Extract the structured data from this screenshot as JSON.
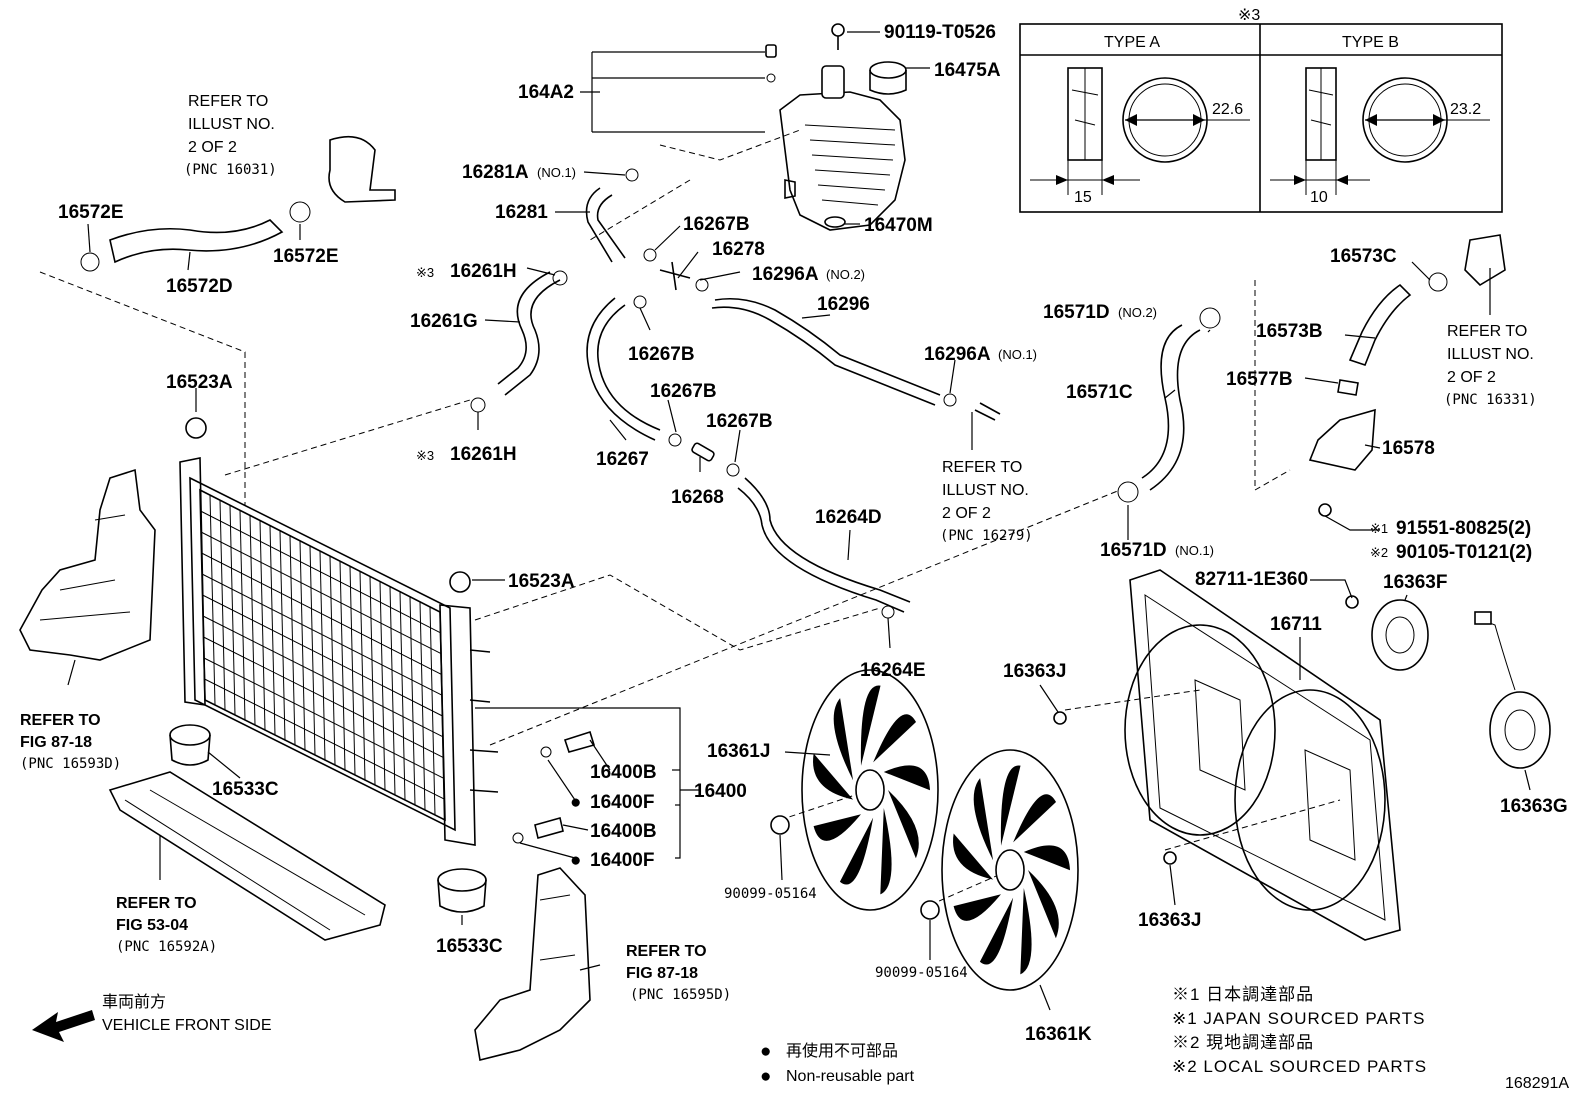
{
  "diagram": {
    "illustration_no": "168291A",
    "labels": [
      {
        "id": "p90119",
        "text": "90119-T0526"
      },
      {
        "id": "p16475A",
        "text": "16475A"
      },
      {
        "id": "p164A2",
        "text": "164A2"
      },
      {
        "id": "p16281A",
        "text": "16281A",
        "sub": "(NO.1)"
      },
      {
        "id": "p16281",
        "text": "16281"
      },
      {
        "id": "p16470M",
        "text": "16470M"
      },
      {
        "id": "p16267B_1",
        "text": "16267B"
      },
      {
        "id": "p16278",
        "text": "16278"
      },
      {
        "id": "p16296A_2",
        "text": "16296A",
        "sub": "(NO.2)"
      },
      {
        "id": "p16296",
        "text": "16296"
      },
      {
        "id": "p16296A_1",
        "text": "16296A",
        "sub": "(NO.1)"
      },
      {
        "id": "p16261H_1",
        "text": "16261H",
        "mark": "※3"
      },
      {
        "id": "p16261G",
        "text": "16261G"
      },
      {
        "id": "p16267B_2",
        "text": "16267B"
      },
      {
        "id": "p16267B_3",
        "text": "16267B"
      },
      {
        "id": "p16267B_4",
        "text": "16267B"
      },
      {
        "id": "p16267",
        "text": "16267"
      },
      {
        "id": "p16268",
        "text": "16268"
      },
      {
        "id": "p16261H_2",
        "text": "16261H",
        "mark": "※3"
      },
      {
        "id": "p16264D",
        "text": "16264D"
      },
      {
        "id": "p16264E",
        "text": "16264E"
      },
      {
        "id": "p16572E_1",
        "text": "16572E"
      },
      {
        "id": "p16572E_2",
        "text": "16572E"
      },
      {
        "id": "p16572D",
        "text": "16572D"
      },
      {
        "id": "p16523A_1",
        "text": "16523A"
      },
      {
        "id": "p16523A_2",
        "text": "16523A"
      },
      {
        "id": "p16533C_1",
        "text": "16533C"
      },
      {
        "id": "p16533C_2",
        "text": "16533C"
      },
      {
        "id": "p16400B_1",
        "text": "16400B"
      },
      {
        "id": "p16400F_1",
        "text": "16400F",
        "bullet": "●"
      },
      {
        "id": "p16400",
        "text": "16400"
      },
      {
        "id": "p16400B_2",
        "text": "16400B"
      },
      {
        "id": "p16400F_2",
        "text": "16400F",
        "bullet": "●"
      },
      {
        "id": "p16361J",
        "text": "16361J"
      },
      {
        "id": "p16361K",
        "text": "16361K"
      },
      {
        "id": "p90099_1",
        "text": "90099-05164"
      },
      {
        "id": "p90099_2",
        "text": "90099-05164"
      },
      {
        "id": "p16571D_2",
        "text": "16571D",
        "sub": "(NO.2)"
      },
      {
        "id": "p16571C",
        "text": "16571C"
      },
      {
        "id": "p16571D_1",
        "text": "16571D",
        "sub": "(NO.1)"
      },
      {
        "id": "p16573C",
        "text": "16573C"
      },
      {
        "id": "p16573B",
        "text": "16573B"
      },
      {
        "id": "p16577B",
        "text": "16577B"
      },
      {
        "id": "p16578",
        "text": "16578"
      },
      {
        "id": "p91551",
        "text": "91551-80825(2)",
        "mark": "※1"
      },
      {
        "id": "p90105",
        "text": "90105-T0121(2)",
        "mark": "※2"
      },
      {
        "id": "p82711",
        "text": "82711-1E360"
      },
      {
        "id": "p16363F",
        "text": "16363F"
      },
      {
        "id": "p16711",
        "text": "16711"
      },
      {
        "id": "p16363J_1",
        "text": "16363J"
      },
      {
        "id": "p16363J_2",
        "text": "16363J"
      },
      {
        "id": "p16363G",
        "text": "16363G"
      }
    ],
    "references": [
      {
        "id": "ref16031",
        "lines": [
          "REFER TO",
          "ILLUST NO.",
          "2 OF 2",
          "(PNC 16031)"
        ]
      },
      {
        "id": "ref16279",
        "lines": [
          "REFER TO",
          "ILLUST NO.",
          "2 OF 2",
          "(PNC 16279)"
        ]
      },
      {
        "id": "ref16331",
        "lines": [
          "REFER TO",
          "ILLUST NO.",
          "2 OF 2",
          "(PNC 16331)"
        ]
      },
      {
        "id": "ref16593D",
        "lines": [
          "REFER TO",
          "FIG 87-18",
          "(PNC 16593D)"
        ]
      },
      {
        "id": "ref16592A",
        "lines": [
          "REFER TO",
          "FIG 53-04",
          "(PNC 16592A)"
        ]
      },
      {
        "id": "ref16595D",
        "lines": [
          "REFER TO",
          "FIG 87-18",
          "(PNC 16595D)"
        ]
      }
    ],
    "clamp_table": {
      "mark": "※3",
      "type_a": {
        "title": "TYPE A",
        "diameter": "22.6",
        "width": "15"
      },
      "type_b": {
        "title": "TYPE B",
        "diameter": "23.2",
        "width": "10"
      }
    },
    "direction": {
      "jp": "車両前方",
      "en": "VEHICLE FRONT SIDE"
    },
    "legend": {
      "nonreusable_jp": "再使用不可部品",
      "nonreusable_en": "Non-reusable part",
      "bullet": "●"
    },
    "notes": [
      "※1 日本調達部品",
      "※1 JAPAN SOURCED PARTS",
      "※2 現地調達部品",
      "※2 LOCAL SOURCED PARTS"
    ]
  }
}
